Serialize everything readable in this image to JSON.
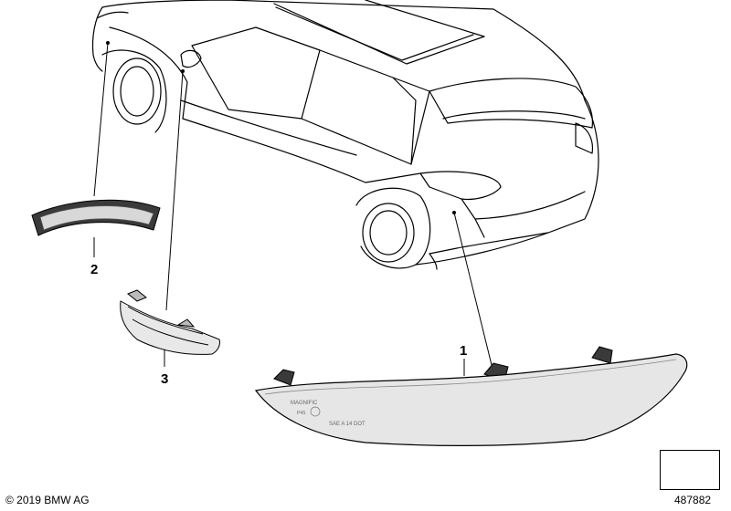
{
  "callouts": {
    "part1": "1",
    "part2": "2",
    "part3": "3"
  },
  "footer": {
    "copyright": "© 2019 BMW AG",
    "diagram_number": "487882"
  },
  "reflector_markings": {
    "line1": "MAGNIFIC",
    "line2": "P4S",
    "line3": "SAE A 14 DOT"
  },
  "icons": {
    "nav": "arrow-navigation-icon",
    "car": "car-outline-icon"
  },
  "colors": {
    "line": "#000000",
    "part_fill": "#e6e6e6",
    "part_dark": "#3a3a3a"
  }
}
